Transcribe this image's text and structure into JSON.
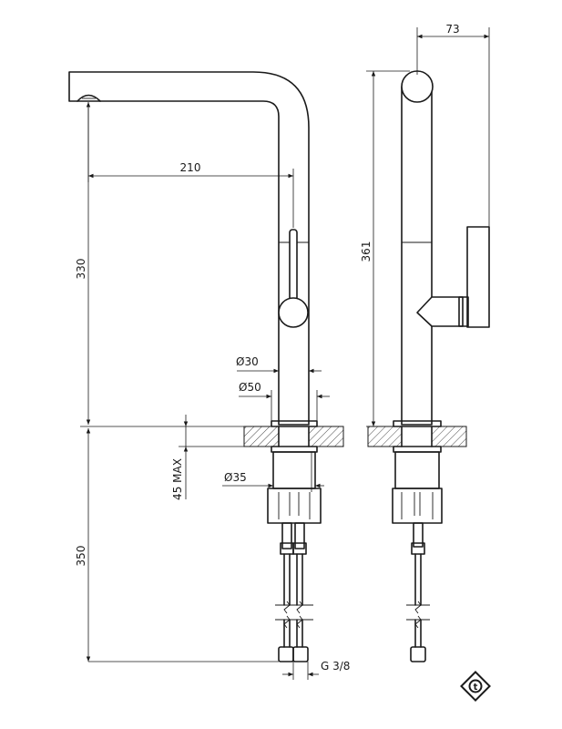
{
  "dimensions": {
    "spout_reach": "210",
    "spout_height": "330",
    "total_height": "361",
    "body_depth": "73",
    "base_diameter_30": "Ø30",
    "base_diameter_50": "Ø50",
    "max_deck_thickness": "45 MAX",
    "shank_diameter": "Ø35",
    "hose_length": "350",
    "connection_thread": "G 3/8"
  },
  "logo": {
    "icon": "brand-t-logo-icon",
    "letter": "t"
  },
  "colors": {
    "line": "#1a1a1a",
    "background": "#ffffff"
  }
}
